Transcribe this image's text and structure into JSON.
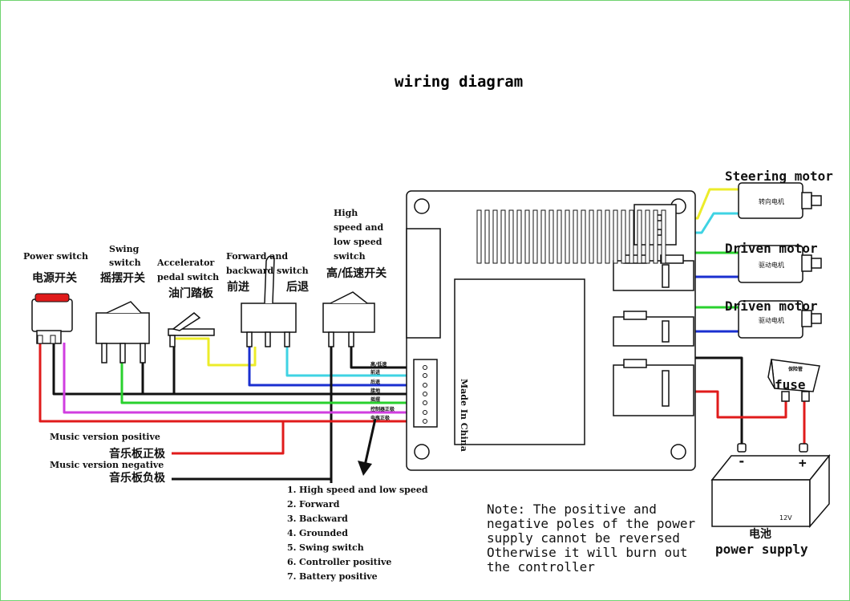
{
  "title": "wiring diagram",
  "switches": {
    "power": {
      "en": "Power switch",
      "zh": "电源开关"
    },
    "swing": {
      "en_1": "Swing",
      "en_2": "switch",
      "zh": "摇摆开关"
    },
    "accelerator": {
      "en_1": "Accelerator",
      "en_2": "pedal switch",
      "zh": "油门踏板"
    },
    "forward_backward": {
      "en_1": "Forward and",
      "en_2": "backward switch",
      "zh_fwd": "前进",
      "zh_back": "后退"
    },
    "speed": {
      "en_1": "High",
      "en_2": "speed and",
      "en_3": "low speed",
      "en_4": "switch",
      "zh": "高/低速开关"
    }
  },
  "music": {
    "pos_en": "Music version positive",
    "pos_zh": "音乐板正极",
    "neg_en": "Music version negative",
    "neg_zh": "音乐板负极"
  },
  "connector_pins": [
    "高/低速",
    "前进",
    "后退",
    "接地",
    "摇摆",
    "控制器正极",
    "电瓶正极"
  ],
  "controller": {
    "made_in": "Made In China"
  },
  "motors": {
    "steering": {
      "en": "Steering motor",
      "zh": "转向电机"
    },
    "driven_1": {
      "en": "Driven motor",
      "zh": "驱动电机"
    },
    "driven_2": {
      "en": "Driven motor",
      "zh": "驱动电机"
    }
  },
  "fuse": {
    "en": "fuse",
    "zh": "保险管"
  },
  "battery": {
    "zh": "电池",
    "en": "power supply",
    "voltage": "12V",
    "minus": "-",
    "plus": "+"
  },
  "legend": [
    {
      "num": "1.",
      "text": "High speed and low speed",
      "color": "#111111"
    },
    {
      "num": "2.",
      "text": "Forward",
      "color": "#33c3d6"
    },
    {
      "num": "3.",
      "text": "Backward",
      "color": "#111111"
    },
    {
      "num": "4.",
      "text": "Grounded",
      "color": "#111111"
    },
    {
      "num": "5.",
      "text": "Swing switch",
      "color": "#3fc33f"
    },
    {
      "num": "6.",
      "text": "Controller positive",
      "color": "#c63fc6"
    },
    {
      "num": "7.",
      "text": "Battery positive",
      "color": "#e02020"
    }
  ],
  "note": [
    "Note: The positive and",
    "negative poles of the power",
    "supply cannot be reversed",
    "Otherwise it will burn out",
    "the controller"
  ],
  "colors": {
    "yellow": "#ecec2a",
    "cyan": "#3fd3e3",
    "blue": "#1a2fd0",
    "green": "#29d12e",
    "magenta": "#d03ee0",
    "red": "#e01b1b",
    "black": "#111111"
  }
}
